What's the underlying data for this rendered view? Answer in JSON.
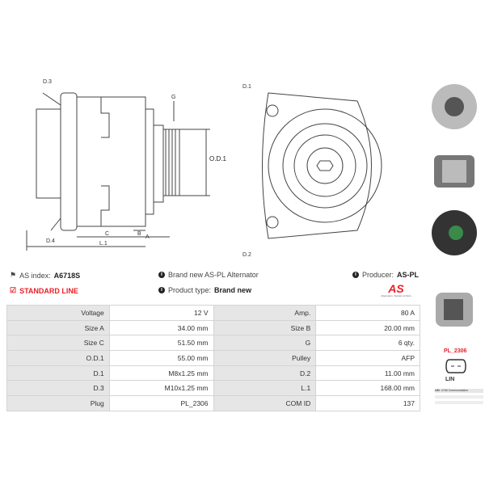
{
  "drawing_labels": {
    "d3": "D.3",
    "d4": "D.4",
    "g": "G",
    "od1": "O.D.1",
    "c": "C",
    "b": "B",
    "a": "A",
    "l1": "L.1",
    "d1": "D.1",
    "d2": "D.2"
  },
  "info": {
    "as_index_label": "AS index:",
    "as_index_value": "A6718S",
    "standard_line": "STANDARD LINE",
    "description": "Brand new AS-PL Alternator",
    "product_type_label": "Product type:",
    "product_type_value": "Brand new",
    "producer_label": "Producer:",
    "producer_value": "AS-PL",
    "logo_text": "AS",
    "logo_tagline": "Alternators, Starters & Parts"
  },
  "specs": [
    [
      "Voltage",
      "12 V",
      "Amp.",
      "80 A"
    ],
    [
      "Size A",
      "34.00 mm",
      "Size B",
      "20.00 mm"
    ],
    [
      "Size C",
      "51.50 mm",
      "G",
      "6 qty."
    ],
    [
      "O.D.1",
      "55.00 mm",
      "Pulley",
      "AFP"
    ],
    [
      "D.1",
      "M8x1.25 mm",
      "D.2",
      "11.00 mm"
    ],
    [
      "D.3",
      "M10x1.25 mm",
      "L.1",
      "168.00 mm"
    ],
    [
      "Plug",
      "PL_2306",
      "COM ID",
      "137"
    ]
  ],
  "plug": {
    "code": "PL_2306",
    "type": "LIN",
    "table_key": "LIN",
    "table_value": "COM Communication"
  },
  "colors": {
    "accent": "#e8202a",
    "table_label_bg": "#e6e6e6"
  }
}
